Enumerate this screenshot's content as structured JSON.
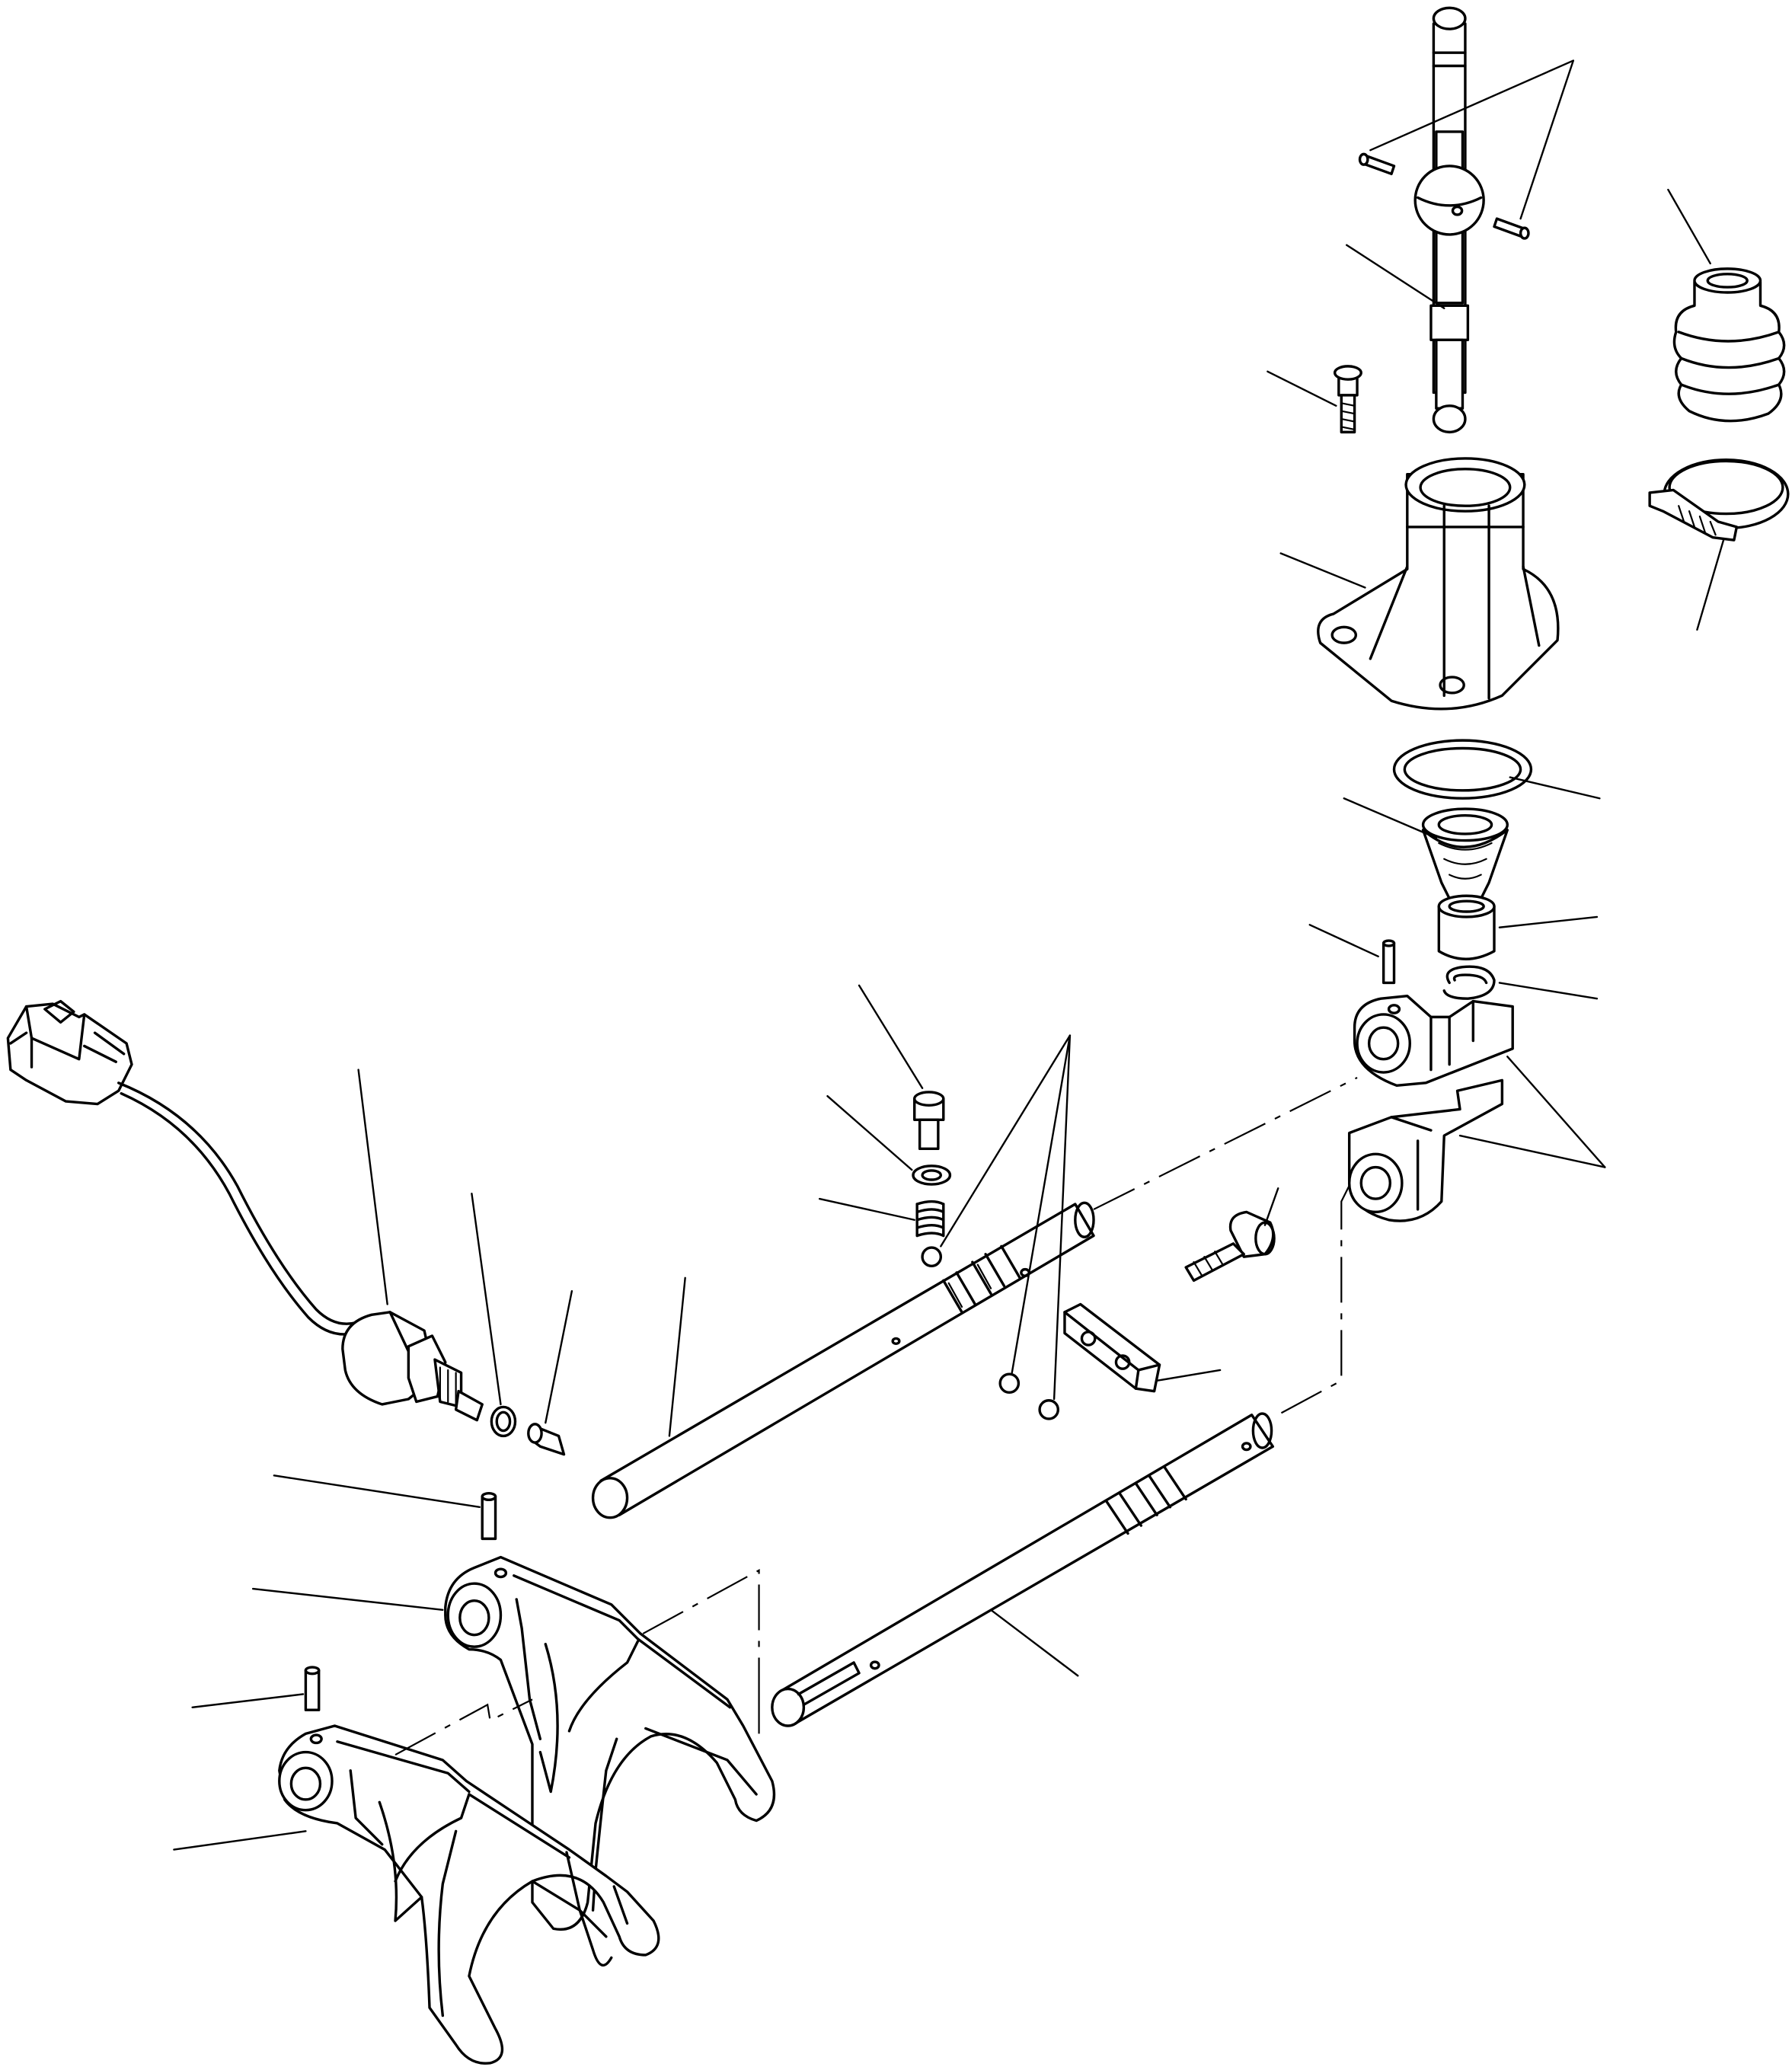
{
  "diagram": {
    "type": "exploded-parts-view",
    "parts": [
      "gear-lever",
      "lever-pins",
      "rubber-boot",
      "hose-clamp",
      "screw",
      "lever-housing",
      "o-ring",
      "spring-cup",
      "bushing",
      "snap-ring",
      "roll-pin",
      "selector-blocks",
      "upper-shift-rod",
      "detent-screw",
      "washer",
      "detent-spring",
      "detent-balls",
      "cap-screw",
      "lock-plate",
      "lower-shift-rod",
      "switch-sensor",
      "sensor-o-ring",
      "plunger",
      "fork-pins",
      "upper-shift-fork",
      "lower-shift-fork"
    ],
    "labels": []
  }
}
